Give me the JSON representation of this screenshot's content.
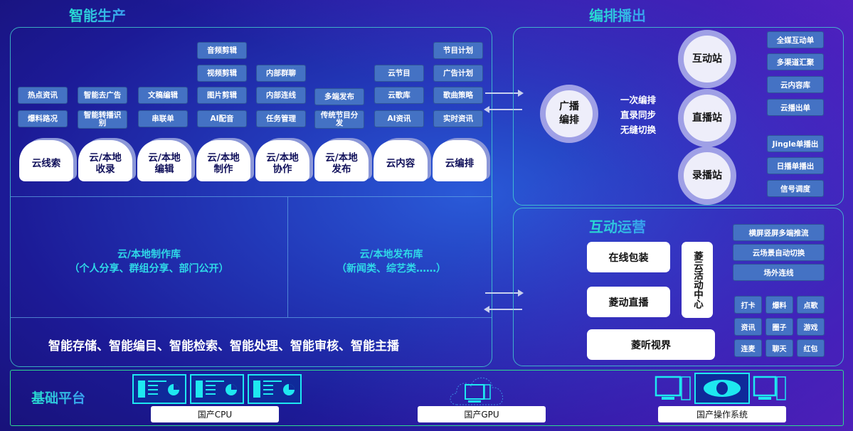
{
  "production": {
    "title": "智能生产",
    "columns": [
      [
        "热点资讯",
        "爆料路况"
      ],
      [
        "智能去广告",
        "智能转播识别"
      ],
      [
        "文稿编辑",
        "串联单"
      ],
      [
        "音频剪辑",
        "视频剪辑",
        "图片剪辑",
        "AI配音"
      ],
      [
        "内部群聊",
        "内部连线",
        "任务管理"
      ],
      [
        "多端发布",
        "传统节目分发"
      ],
      [
        "云节目",
        "云歌库",
        "AI资讯"
      ],
      [
        "节目计划",
        "广告计划",
        "歌曲策略",
        "实时资讯"
      ]
    ],
    "clouds": [
      "云线索",
      "云/本地收录",
      "云/本地编辑",
      "云/本地制作",
      "云/本地协作",
      "云/本地发布",
      "云内容",
      "云编排"
    ],
    "library_left": {
      "title": "云/本地制作库",
      "subtitle": "（个人分享、群组分享、部门公开）"
    },
    "library_right": {
      "title": "云/本地发布库",
      "subtitle": "（新闻类、综艺类……）"
    },
    "capabilities": "智能存储、智能编目、智能检索、智能处理、智能审核、智能主播"
  },
  "broadcast": {
    "title": "编排播出",
    "center": "广播编排",
    "features": [
      "一次编排",
      "直录同步",
      "无缝切换"
    ],
    "stations": [
      "互动站",
      "直播站",
      "录播站"
    ],
    "items_top": [
      "全媒互动单",
      "多渠道汇聚",
      "云内容库",
      "云播出单"
    ],
    "items_bottom": [
      "Jingle单播出",
      "日播单播出",
      "信号调度"
    ]
  },
  "interaction": {
    "title": "互动运营",
    "boxes": [
      "在线包装",
      "菱动直播",
      "菱听视界"
    ],
    "vertical": "菱云活动中心",
    "features": [
      "横屏竖屏多端推流",
      "云场景自动切换",
      "场外连线"
    ],
    "grid": [
      "打卡",
      "爆料",
      "点歌",
      "资讯",
      "圈子",
      "游戏",
      "连麦",
      "聊天",
      "红包"
    ]
  },
  "platform": {
    "title": "基础平台",
    "labels": [
      "国产CPU",
      "国产GPU",
      "国产操作系统"
    ]
  }
}
